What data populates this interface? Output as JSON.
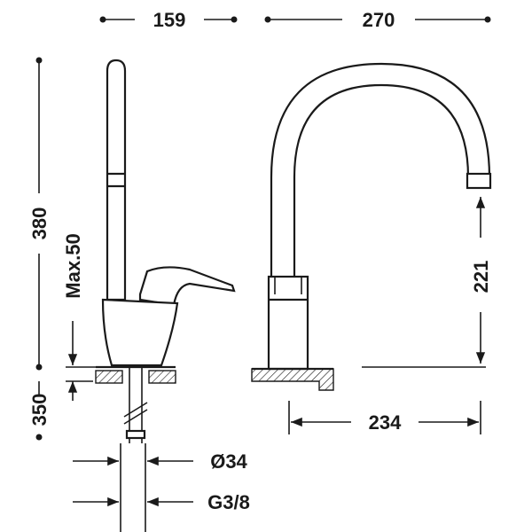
{
  "dimensions": {
    "top_left_width": "159",
    "top_right_width": "270",
    "total_height": "380",
    "handle_rotation_height": "Max.50",
    "under_counter_length": "350",
    "spout_height": "221",
    "spout_reach": "234",
    "body_diameter": "Ø34",
    "connection_thread": "G3/8"
  },
  "colors": {
    "ink": "#1a1a1a",
    "background": "#ffffff"
  }
}
